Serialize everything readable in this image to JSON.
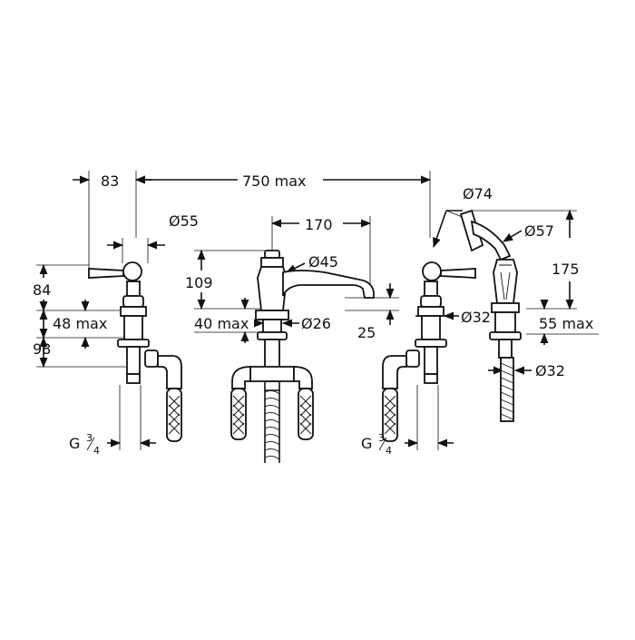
{
  "dimensions": {
    "d83": "83",
    "d750": "750 max",
    "d55": "Ø55",
    "d170": "170",
    "d74": "Ø74",
    "d57": "Ø57",
    "d84": "84",
    "d109": "109",
    "d45": "Ø45",
    "d175": "175",
    "d48": "48 max",
    "d40": "40 max",
    "d26": "Ø26",
    "d25": "25",
    "d32a": "Ø32",
    "d55max": "55 max",
    "d98": "98",
    "d32b": "Ø32",
    "g_left": "G",
    "g_right": "G"
  },
  "fractions": {
    "num": "3",
    "den": "4"
  },
  "colors": {
    "ink": "#111111",
    "paper": "#ffffff"
  }
}
